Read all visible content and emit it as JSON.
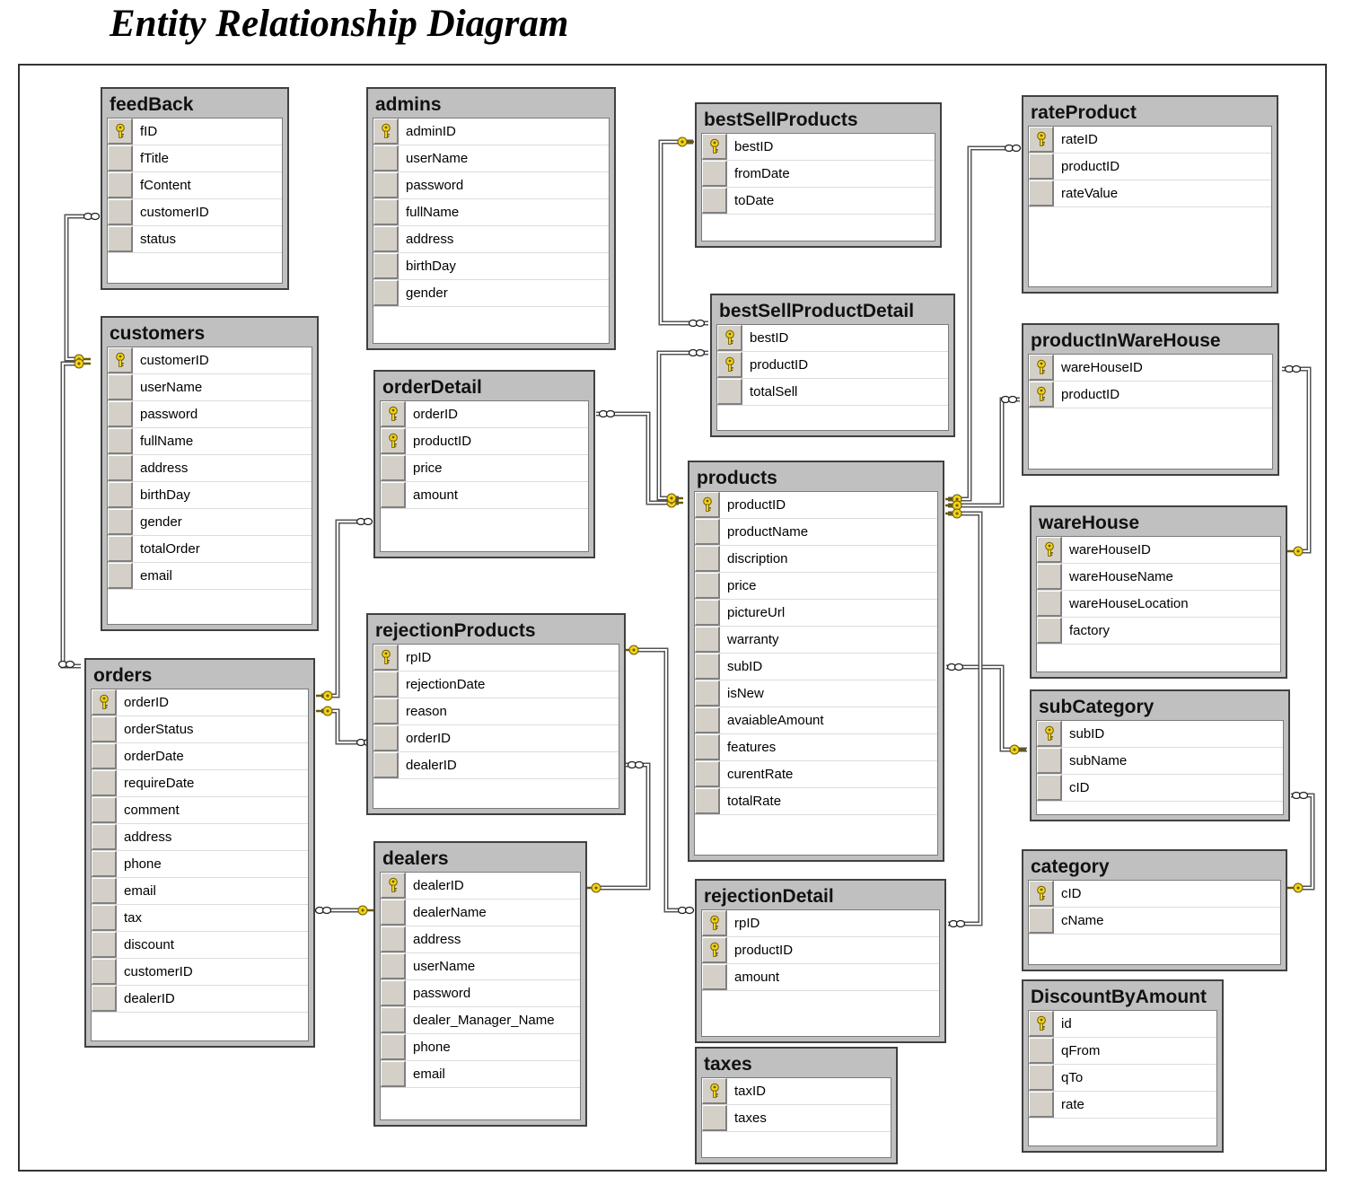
{
  "title": "Entity Relationship Diagram",
  "colors": {
    "header_bg": "#c0c0c0",
    "key_icon": "#f2d21b",
    "relationship_line": "#555555"
  },
  "icons": {
    "primary_key": "key-icon",
    "one_end": "key-end-icon",
    "many_end": "infinity-end-icon"
  },
  "tables": [
    {
      "id": "feedBack",
      "name": "feedBack",
      "columns": [
        {
          "name": "fID",
          "pk": true
        },
        {
          "name": "fTitle"
        },
        {
          "name": "fContent"
        },
        {
          "name": "customerID"
        },
        {
          "name": "status"
        }
      ]
    },
    {
      "id": "admins",
      "name": "admins",
      "columns": [
        {
          "name": "adminID",
          "pk": true
        },
        {
          "name": "userName"
        },
        {
          "name": "password"
        },
        {
          "name": "fullName"
        },
        {
          "name": "address"
        },
        {
          "name": "birthDay"
        },
        {
          "name": "gender"
        }
      ]
    },
    {
      "id": "bestSellProducts",
      "name": "bestSellProducts",
      "columns": [
        {
          "name": "bestID",
          "pk": true
        },
        {
          "name": "fromDate"
        },
        {
          "name": "toDate"
        }
      ]
    },
    {
      "id": "rateProduct",
      "name": "rateProduct",
      "columns": [
        {
          "name": "rateID",
          "pk": true
        },
        {
          "name": "productID"
        },
        {
          "name": "rateValue"
        }
      ]
    },
    {
      "id": "customers",
      "name": "customers",
      "columns": [
        {
          "name": "customerID",
          "pk": true
        },
        {
          "name": "userName"
        },
        {
          "name": "password"
        },
        {
          "name": "fullName"
        },
        {
          "name": "address"
        },
        {
          "name": "birthDay"
        },
        {
          "name": "gender"
        },
        {
          "name": "totalOrder"
        },
        {
          "name": "email"
        }
      ]
    },
    {
      "id": "bestSellProductDetail",
      "name": "bestSellProductDetail",
      "columns": [
        {
          "name": "bestID",
          "pk": true
        },
        {
          "name": "productID",
          "pk": true
        },
        {
          "name": "totalSell"
        }
      ]
    },
    {
      "id": "productInWareHouse",
      "name": "productInWareHouse",
      "columns": [
        {
          "name": "wareHouseID",
          "pk": true
        },
        {
          "name": "productID",
          "pk": true
        }
      ]
    },
    {
      "id": "orderDetail",
      "name": "orderDetail",
      "columns": [
        {
          "name": "orderID",
          "pk": true
        },
        {
          "name": "productID",
          "pk": true
        },
        {
          "name": "price"
        },
        {
          "name": "amount"
        }
      ]
    },
    {
      "id": "products",
      "name": "products",
      "columns": [
        {
          "name": "productID",
          "pk": true
        },
        {
          "name": "productName"
        },
        {
          "name": "discription"
        },
        {
          "name": "price"
        },
        {
          "name": "pictureUrl"
        },
        {
          "name": "warranty"
        },
        {
          "name": "subID"
        },
        {
          "name": "isNew"
        },
        {
          "name": "avaiableAmount"
        },
        {
          "name": "features"
        },
        {
          "name": "curentRate"
        },
        {
          "name": "totalRate"
        }
      ]
    },
    {
      "id": "wareHouse",
      "name": "wareHouse",
      "columns": [
        {
          "name": "wareHouseID",
          "pk": true
        },
        {
          "name": "wareHouseName"
        },
        {
          "name": "wareHouseLocation"
        },
        {
          "name": "factory"
        }
      ]
    },
    {
      "id": "rejectionProducts",
      "name": "rejectionProducts",
      "columns": [
        {
          "name": "rpID",
          "pk": true
        },
        {
          "name": "rejectionDate"
        },
        {
          "name": "reason"
        },
        {
          "name": "orderID"
        },
        {
          "name": "dealerID"
        }
      ]
    },
    {
      "id": "orders",
      "name": "orders",
      "columns": [
        {
          "name": "orderID",
          "pk": true
        },
        {
          "name": "orderStatus"
        },
        {
          "name": "orderDate"
        },
        {
          "name": "requireDate"
        },
        {
          "name": "comment"
        },
        {
          "name": "address"
        },
        {
          "name": "phone"
        },
        {
          "name": "email"
        },
        {
          "name": "tax"
        },
        {
          "name": "discount"
        },
        {
          "name": "customerID"
        },
        {
          "name": "dealerID"
        }
      ]
    },
    {
      "id": "subCategory",
      "name": "subCategory",
      "columns": [
        {
          "name": "subID",
          "pk": true
        },
        {
          "name": "subName"
        },
        {
          "name": "cID"
        }
      ]
    },
    {
      "id": "dealers",
      "name": "dealers",
      "columns": [
        {
          "name": "dealerID",
          "pk": true
        },
        {
          "name": "dealerName"
        },
        {
          "name": "address"
        },
        {
          "name": "userName"
        },
        {
          "name": "password"
        },
        {
          "name": "dealer_Manager_Name"
        },
        {
          "name": "phone"
        },
        {
          "name": "email"
        }
      ]
    },
    {
      "id": "category",
      "name": "category",
      "columns": [
        {
          "name": "cID",
          "pk": true
        },
        {
          "name": "cName"
        }
      ]
    },
    {
      "id": "rejectionDetail",
      "name": "rejectionDetail",
      "columns": [
        {
          "name": "rpID",
          "pk": true
        },
        {
          "name": "productID",
          "pk": true
        },
        {
          "name": "amount"
        }
      ]
    },
    {
      "id": "DiscountByAmount",
      "name": "DiscountByAmount",
      "columns": [
        {
          "name": "id",
          "pk": true
        },
        {
          "name": "qFrom"
        },
        {
          "name": "qTo"
        },
        {
          "name": "rate"
        }
      ]
    },
    {
      "id": "taxes",
      "name": "taxes",
      "columns": [
        {
          "name": "taxID",
          "pk": true
        },
        {
          "name": "taxes"
        }
      ]
    }
  ],
  "relationships": [
    {
      "one": "customers",
      "many": "feedBack"
    },
    {
      "one": "customers",
      "many": "orders"
    },
    {
      "one": "orders",
      "many": "orderDetail"
    },
    {
      "one": "orders",
      "many": "rejectionProducts"
    },
    {
      "one": "dealers",
      "many": "orders"
    },
    {
      "one": "dealers",
      "many": "rejectionProducts"
    },
    {
      "one": "rejectionProducts",
      "many": "rejectionDetail"
    },
    {
      "one": "products",
      "many": "orderDetail"
    },
    {
      "one": "products",
      "many": "bestSellProductDetail"
    },
    {
      "one": "bestSellProducts",
      "many": "bestSellProductDetail"
    },
    {
      "one": "products",
      "many": "rateProduct"
    },
    {
      "one": "products",
      "many": "productInWareHouse"
    },
    {
      "one": "wareHouse",
      "many": "productInWareHouse"
    },
    {
      "one": "subCategory",
      "many": "products"
    },
    {
      "one": "category",
      "many": "subCategory"
    },
    {
      "one": "products",
      "many": "rejectionDetail"
    }
  ]
}
